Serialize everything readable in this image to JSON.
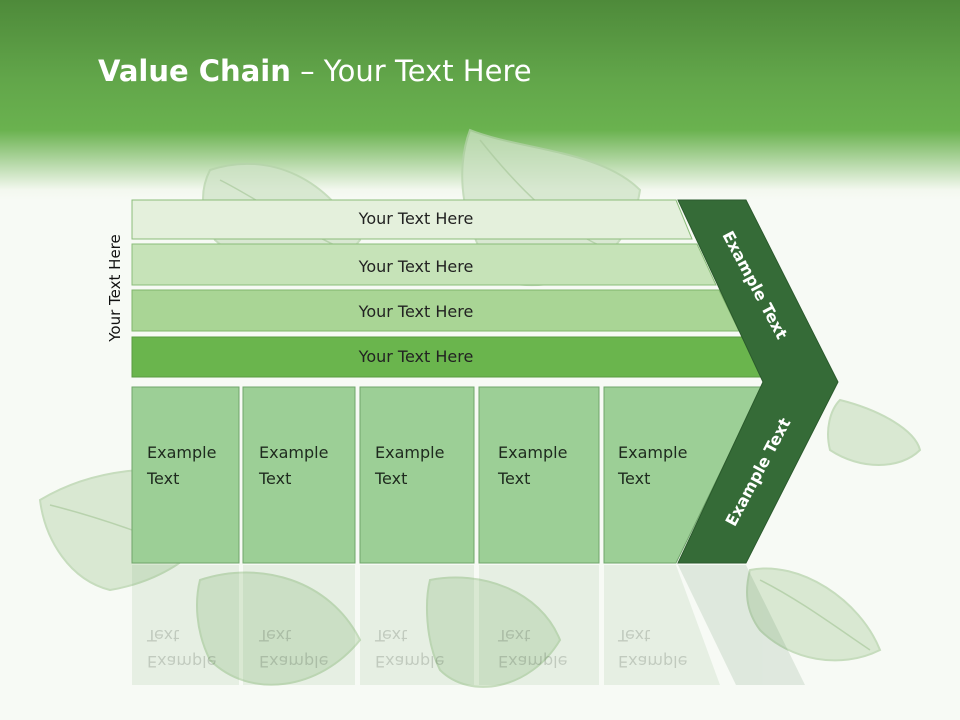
{
  "slide": {
    "title_bold": "Value Chain",
    "title_rest": " – Your Text Here",
    "side_label": "Your Text Here",
    "rows": [
      {
        "label": "Your Text Here"
      },
      {
        "label": "Your Text Here"
      },
      {
        "label": "Your Text Here"
      },
      {
        "label": "Your Text Here"
      }
    ],
    "cells": [
      {
        "line1": "Example",
        "line2": "Text"
      },
      {
        "line1": "Example",
        "line2": "Text"
      },
      {
        "line1": "Example",
        "line2": "Text"
      },
      {
        "line1": "Example",
        "line2": "Text"
      },
      {
        "line1": "Example",
        "line2": "Text"
      }
    ],
    "chevron_top": "Example Text",
    "chevron_bottom": "Example Text"
  },
  "colors": {
    "header_green": "#62a64a",
    "row1": "#e4f0dc",
    "row2": "#c6e3b8",
    "row3": "#a9d595",
    "row4": "#6ab54d",
    "cell": "#9ccf96",
    "chevron": "#356b37"
  }
}
